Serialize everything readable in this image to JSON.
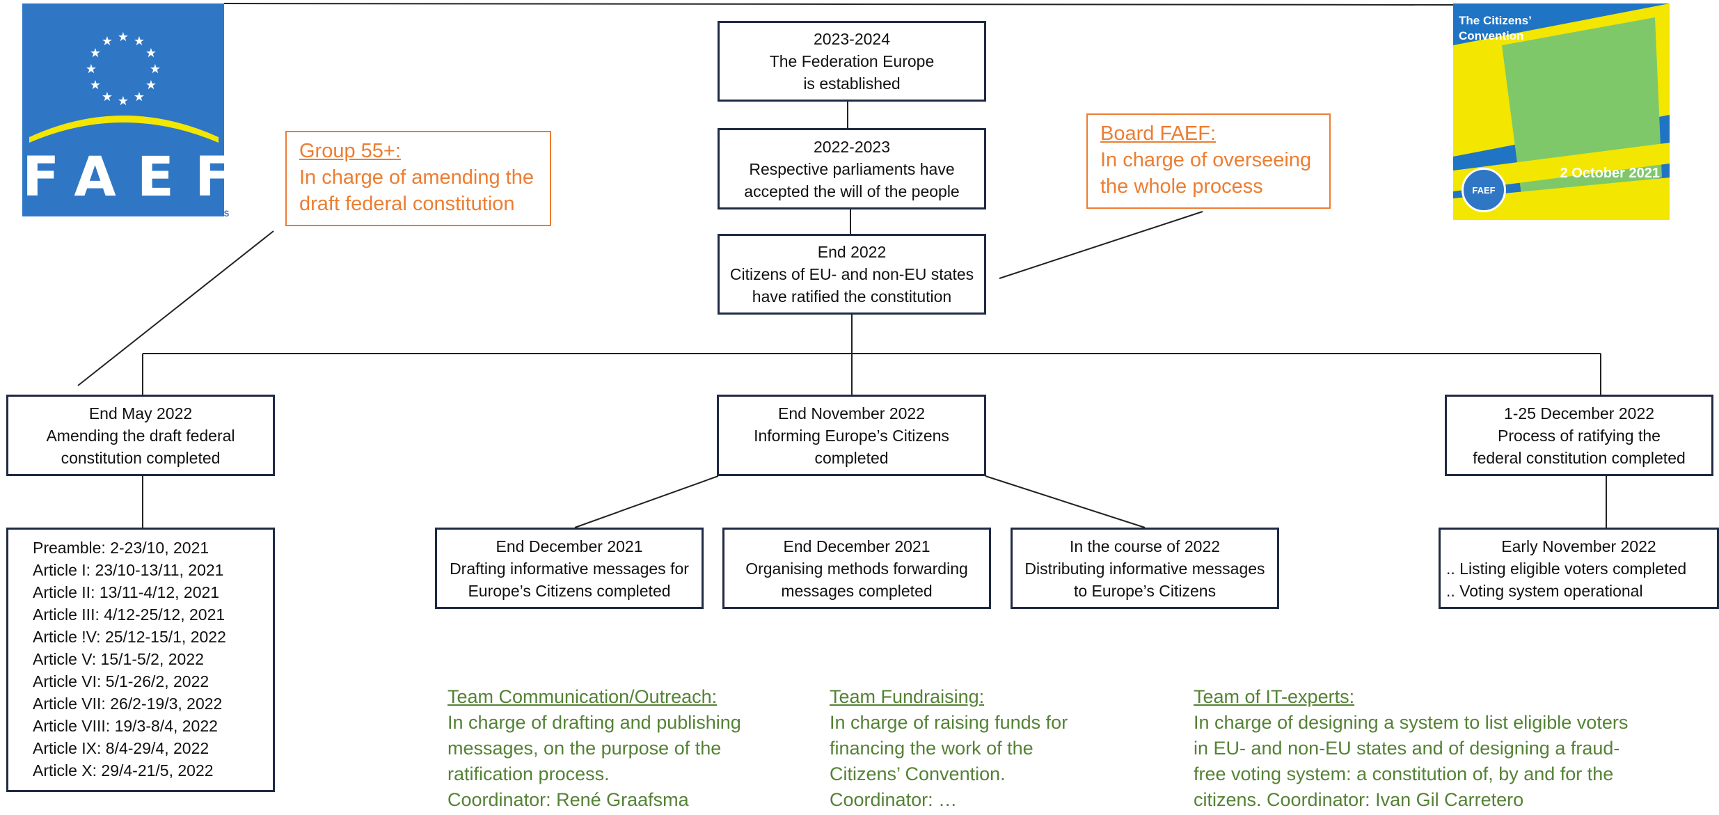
{
  "logo": {
    "letters": "FAEF",
    "subtitle": "FEDERAL ALLIANCE OF EUROPEAN FEDERALISTS"
  },
  "poster": {
    "title": "The Citizens’ Convention",
    "date": "2 October 2021"
  },
  "top_boxes": [
    {
      "lines": [
        "2023-2024",
        "The Federation Europe",
        "is established"
      ]
    },
    {
      "lines": [
        "2022-2023",
        "Respective parliaments have",
        "accepted the will of the people"
      ]
    },
    {
      "lines": [
        "End 2022",
        "Citizens of  EU- and non-EU states",
        "have ratified the constitution"
      ]
    }
  ],
  "group55": {
    "head": "Group 55+:",
    "lines": [
      "In charge of amending the",
      "draft federal constitution"
    ]
  },
  "board": {
    "head": "Board FAEF:",
    "lines": [
      "In charge of overseeing",
      "the whole process"
    ]
  },
  "level2": [
    {
      "lines": [
        "End May 2022",
        "Amending the draft federal",
        "constitution completed"
      ]
    },
    {
      "lines": [
        "End November 2022",
        "Informing Europe’s Citizens",
        "completed"
      ]
    },
    {
      "lines": [
        "1-25 December 2022",
        "Process of ratifying the",
        "federal constitution completed"
      ]
    }
  ],
  "articles": [
    "Preamble: 2-23/10, 2021",
    "Article I: 23/10-13/11, 2021",
    "Article II: 13/11-4/12, 2021",
    "Article III: 4/12-25/12, 2021",
    "Article !V: 25/12-15/1, 2022",
    "Article V: 15/1-5/2, 2022",
    "Article VI: 5/1-26/2, 2022",
    "Article VII: 26/2-19/3, 2022",
    "Article VIII: 19/3-8/4, 2022",
    "Article IX: 8/4-29/4, 2022",
    "Article X: 29/4-21/5, 2022"
  ],
  "level3": [
    {
      "lines": [
        "End December 2021",
        "Drafting informative messages for",
        "Europe’s Citizens completed"
      ]
    },
    {
      "lines": [
        "End December 2021",
        "Organising methods forwarding",
        "messages completed"
      ]
    },
    {
      "lines": [
        "In the course of 2022",
        "Distributing informative messages",
        "to Europe’s Citizens"
      ]
    }
  ],
  "voters": {
    "lines": [
      "Early November 2022",
      ".. Listing eligible voters completed",
      ".. Voting system operational"
    ]
  },
  "teams": [
    {
      "head": "Team Communication/Outreach:",
      "lines": [
        "In charge of drafting and publishing",
        "messages, on the purpose of the",
        "ratification process.",
        "Coordinator: René Graafsma"
      ]
    },
    {
      "head": "Team Fundraising:",
      "lines": [
        "In charge of raising funds for",
        "financing the work of the",
        "Citizens’ Convention.",
        "Coordinator: …"
      ]
    },
    {
      "head": "Team of IT-experts:",
      "lines": [
        "In charge of designing a system to list eligible voters",
        "in EU- and non-EU states and of designing a fraud-",
        "free voting system: a constitution of, by and for the",
        "citizens. Coordinator: Ivan Gil Carretero"
      ]
    }
  ],
  "colors": {
    "box_border": "#1f2a44",
    "orange": "#ed7d31",
    "green": "#548235",
    "blue": "#2f77c5"
  }
}
